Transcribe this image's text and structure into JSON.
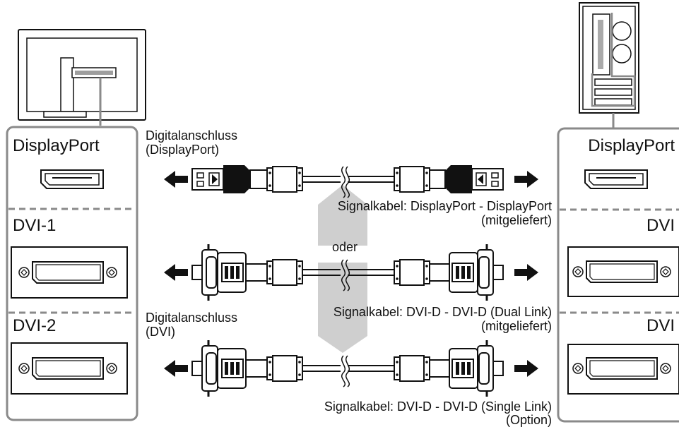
{
  "left_panel": {
    "ports": [
      "DisplayPort",
      "DVI-1",
      "DVI-2"
    ]
  },
  "right_panel": {
    "ports": [
      "DisplayPort",
      "DVI",
      "DVI"
    ]
  },
  "annotations": {
    "digital_dp_line1": "Digitalanschluss",
    "digital_dp_line2": "(DisplayPort)",
    "digital_dvi_line1": "Digitalanschluss",
    "digital_dvi_line2": "(DVI)",
    "or_text": "oder"
  },
  "cables": [
    {
      "line1": "Signalkabel: DisplayPort - DisplayPort",
      "line2": "(mitgeliefert)"
    },
    {
      "line1": "Signalkabel: DVI-D - DVI-D (Dual Link)",
      "line2": "(mitgeliefert)"
    },
    {
      "line1": "Signalkabel: DVI-D - DVI-D (Single Link)",
      "line2": "(Option)"
    }
  ]
}
